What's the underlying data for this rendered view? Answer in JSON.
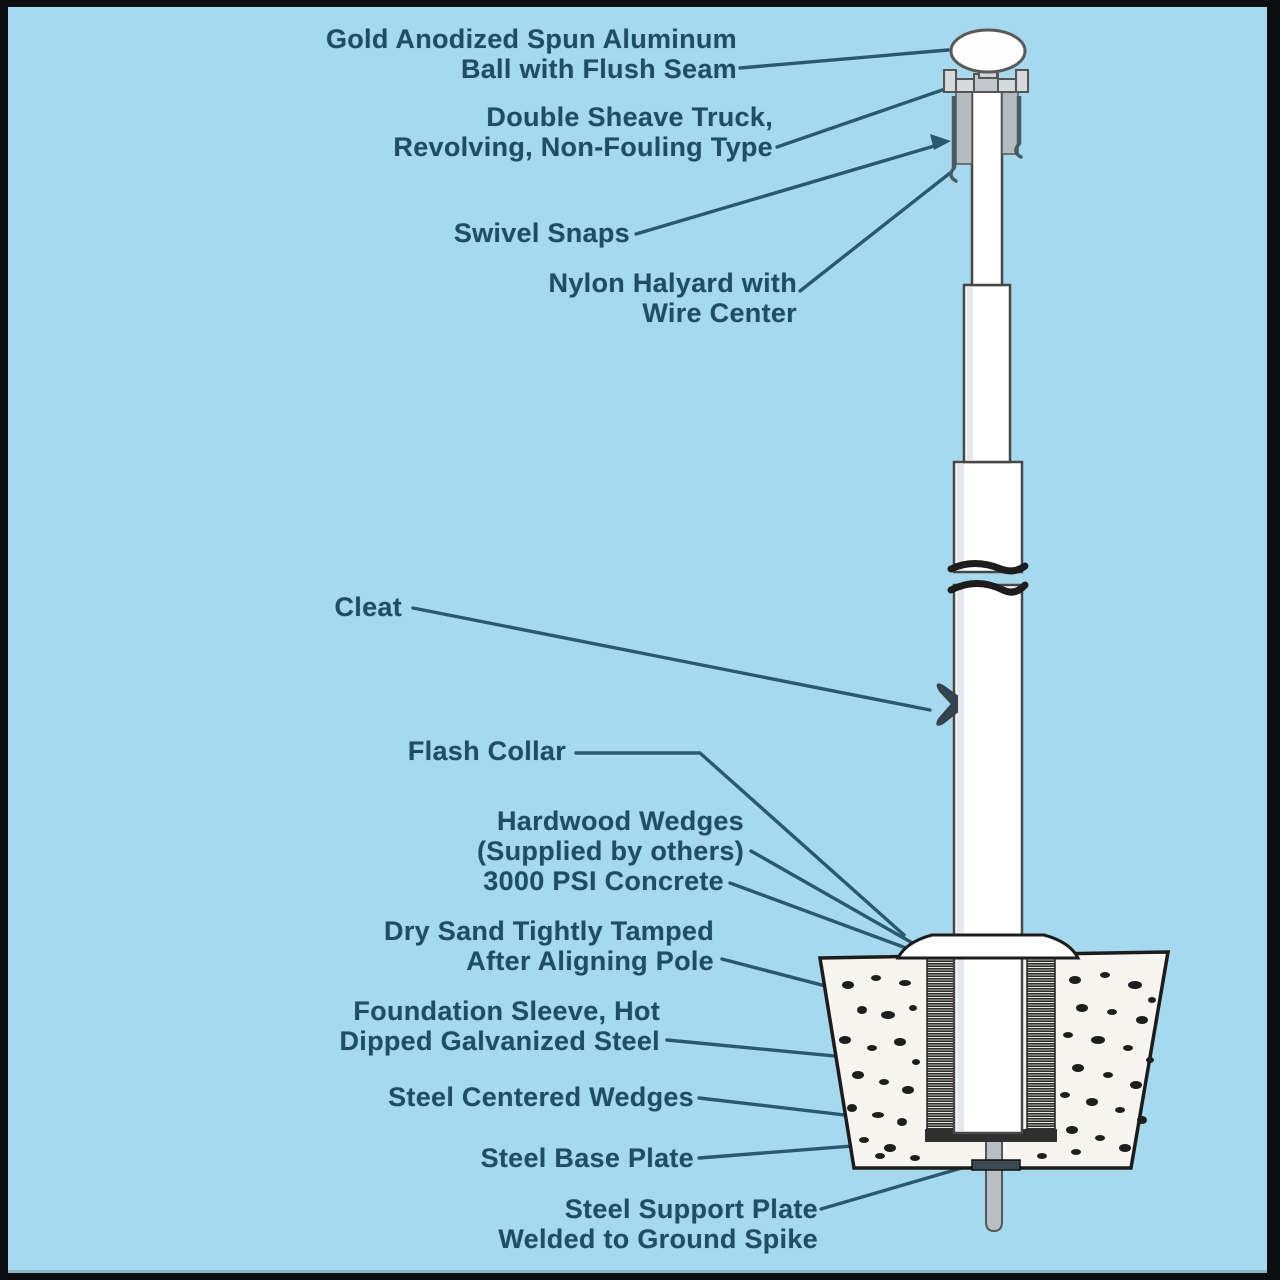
{
  "figure": {
    "background_color": "#a6d8ee",
    "frame_color": "#0b0c0e",
    "text_color": "#1f4d66",
    "leader_line_color": "#2b5871",
    "pole_fill": "#ffffff",
    "concrete_fill": "#f7f5ef",
    "spike_fill": "#b8bec4"
  },
  "labels": {
    "ball": {
      "text": "Gold Anodized Spun Aluminum\nBall with Flush Seam"
    },
    "truck": {
      "text": "Double Sheave Truck,\nRevolving, Non-Fouling Type"
    },
    "swivel_snaps": {
      "text": "Swivel Snaps"
    },
    "halyard": {
      "text": "Nylon Halyard with\nWire Center"
    },
    "cleat": {
      "text": "Cleat"
    },
    "flash_collar": {
      "text": "Flash Collar"
    },
    "hardwood_wedges": {
      "text": "Hardwood Wedges\n(Supplied by others)"
    },
    "concrete": {
      "text": "3000 PSI Concrete"
    },
    "dry_sand": {
      "text": "Dry Sand Tightly Tamped\nAfter Aligning Pole"
    },
    "foundation_sleeve": {
      "text": "Foundation Sleeve, Hot\nDipped Galvanized Steel"
    },
    "steel_wedges": {
      "text": "Steel Centered Wedges"
    },
    "base_plate": {
      "text": "Steel Base Plate"
    },
    "support_plate": {
      "text": "Steel Support Plate\nWelded to Ground Spike"
    }
  }
}
